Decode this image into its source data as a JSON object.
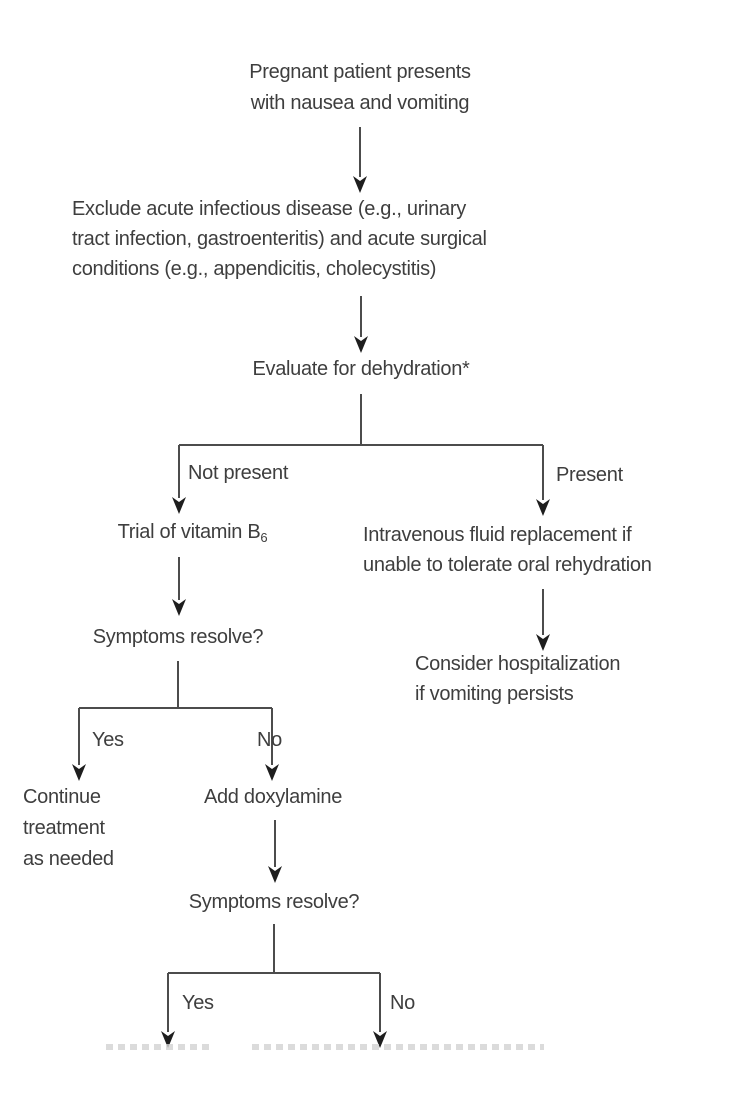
{
  "diagram": {
    "type": "flowchart",
    "nodes": {
      "start": {
        "line1": "Pregnant patient presents",
        "line2": "with nausea and vomiting"
      },
      "exclude": {
        "line1": "Exclude acute infectious disease (e.g., urinary",
        "line2": "tract infection, gastroenteritis) and acute surgical",
        "line3": "conditions (e.g., appendicitis, cholecystitis)"
      },
      "evaluate": {
        "text": "Evaluate for dehydration*"
      },
      "trial": {
        "text_main": "Trial of vitamin B",
        "text_sub": "6"
      },
      "iv_fluid": {
        "line1": "Intravenous fluid replacement if",
        "line2": "unable to tolerate oral rehydration"
      },
      "symptoms1": {
        "text": "Symptoms resolve?"
      },
      "hospital": {
        "line1": "Consider hospitalization",
        "line2": "if vomiting persists"
      },
      "continue": {
        "line1": "Continue",
        "line2": "treatment",
        "line3": "as needed"
      },
      "doxylamine": {
        "text": "Add doxylamine"
      },
      "symptoms2": {
        "text": "Symptoms resolve?"
      }
    },
    "edge_labels": {
      "not_present": "Not present",
      "present": "Present",
      "yes1": "Yes",
      "no1": "No",
      "yes2": "Yes",
      "no2": "No"
    },
    "colors": {
      "text": "#3e3e3e",
      "line": "#4c4c4c",
      "arrowhead": "#1e1e1e",
      "background": "#ffffff"
    }
  }
}
